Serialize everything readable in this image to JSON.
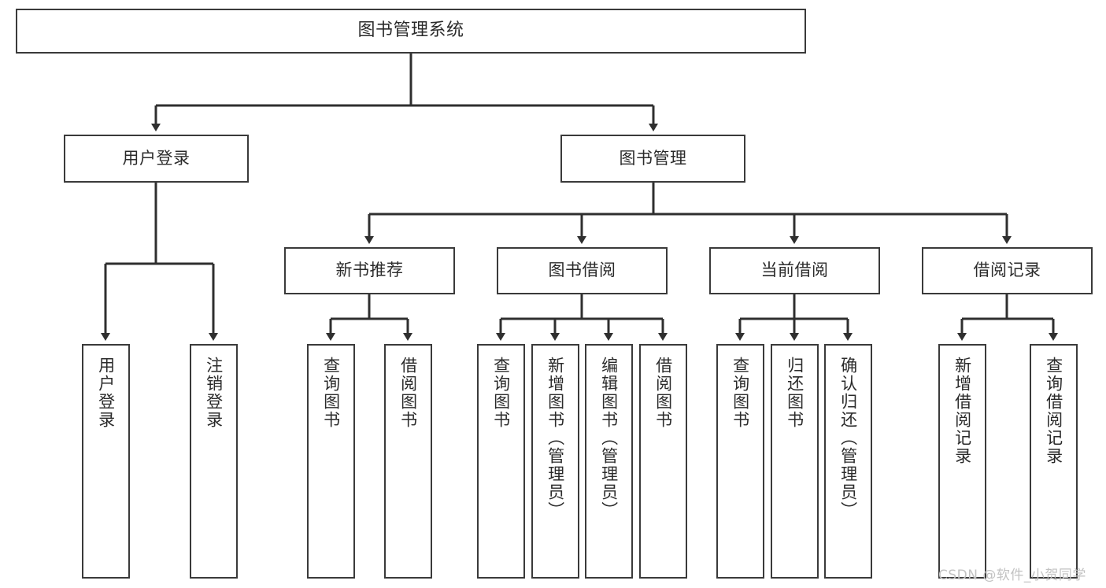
{
  "diagram": {
    "title": "图书管理系统",
    "type": "功能结构图",
    "watermark": "CSDN @软件_小贺同学",
    "colors": {
      "border": "#3a3a3a",
      "text": "#2b2b2b",
      "background": "#ffffff",
      "edge": "#2f2f2f",
      "watermark": "#c2c2c2"
    },
    "levels": {
      "root": {
        "label": "图书管理系统"
      },
      "level2": [
        {
          "label": "用户登录"
        },
        {
          "label": "图书管理"
        }
      ],
      "level3": [
        {
          "label": "新书推荐"
        },
        {
          "label": "图书借阅"
        },
        {
          "label": "当前借阅"
        },
        {
          "label": "借阅记录"
        }
      ],
      "leaves": {
        "user_login": [
          {
            "label": "用户登录"
          },
          {
            "label": "注销登录"
          }
        ],
        "new_book": [
          {
            "label": "查询图书"
          },
          {
            "label": "借阅图书"
          }
        ],
        "book_borrow": [
          {
            "label": "查询图书"
          },
          {
            "label": "新增图书（管理员）"
          },
          {
            "label": "编辑图书（管理员）"
          },
          {
            "label": "借阅图书"
          }
        ],
        "current_borrow": [
          {
            "label": "查询图书"
          },
          {
            "label": "归还图书"
          },
          {
            "label": "确认归还（管理员）"
          }
        ],
        "borrow_record": [
          {
            "label": "新增借阅记录"
          },
          {
            "label": "查询借阅记录"
          }
        ]
      }
    }
  }
}
